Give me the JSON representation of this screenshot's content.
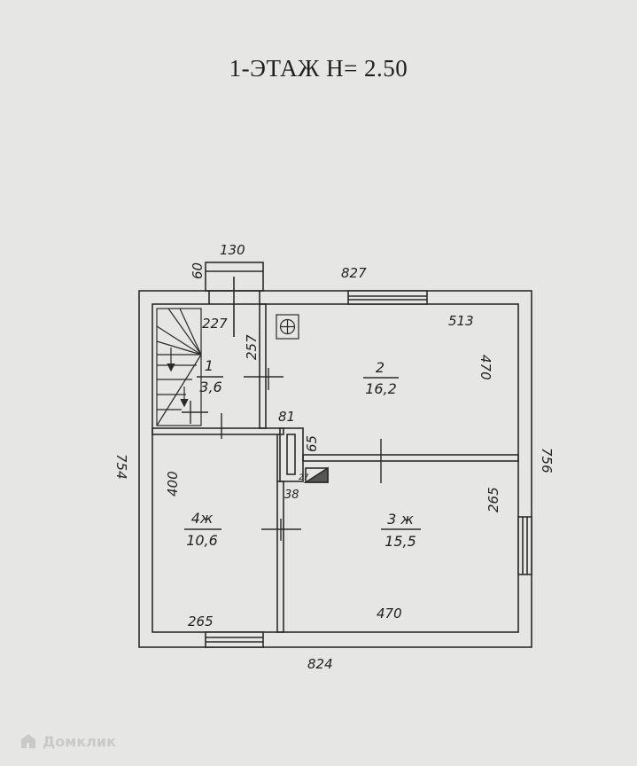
{
  "title": "1-ЭТАЖ  H= 2.50",
  "dimensions": {
    "porch_width": "130",
    "porch_depth": "60",
    "top_total": "827",
    "bottom_total": "824",
    "left_total": "754",
    "right_total": "756",
    "room1_width": "227",
    "room1_length": "257",
    "room2_width": "513",
    "room2_length": "470",
    "chimney_width": "81",
    "chimney_length": "65",
    "chimney_gap": "38",
    "boiler_mark": "27",
    "room4_length": "400",
    "room4_width": "265",
    "room3_length": "265",
    "room3_width": "470"
  },
  "rooms": [
    {
      "number": "1",
      "area": "3,6"
    },
    {
      "number": "2",
      "area": "16,2"
    },
    {
      "number": "3 ж",
      "area": "15,5"
    },
    {
      "number": "4ж",
      "area": "10,6"
    }
  ],
  "watermark": "Домклик"
}
